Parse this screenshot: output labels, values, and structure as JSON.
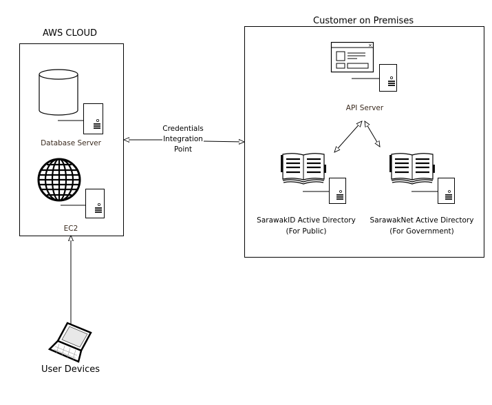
{
  "diagram": {
    "aws_cloud": {
      "title": "AWS CLOUD",
      "nodes": [
        {
          "id": "database-server",
          "label": "Database Server",
          "icon": "database-cylinder-icon"
        },
        {
          "id": "ec2",
          "label": "EC2",
          "icon": "globe-icon"
        }
      ]
    },
    "customer_premises": {
      "title": "Customer on Premises",
      "nodes": [
        {
          "id": "api-server",
          "label": "API Server",
          "icon": "application-window-icon"
        },
        {
          "id": "sarawakid-ad",
          "label_line1": "SarawakID Active Directory",
          "label_line2": "(For Public)",
          "icon": "directory-book-icon"
        },
        {
          "id": "sarawaknet-ad",
          "label_line1": "SarawakNet Active Directory",
          "label_line2": "(For Government)",
          "icon": "directory-book-icon"
        }
      ]
    },
    "connector": {
      "label_line1": "Credentials",
      "label_line2": "Integration",
      "label_line3": "Point"
    },
    "user_devices": {
      "label": "User Devices",
      "icon": "laptop-icon"
    },
    "edges": [
      {
        "from": "aws_cloud",
        "to": "customer_premises",
        "label": "Credentials Integration Point",
        "direction": "bidirectional"
      },
      {
        "from": "user_devices",
        "to": "aws_cloud",
        "direction": "one-way"
      },
      {
        "from": "api-server",
        "to": "sarawakid-ad",
        "direction": "bidirectional"
      },
      {
        "from": "api-server",
        "to": "sarawaknet-ad",
        "direction": "bidirectional"
      }
    ]
  }
}
